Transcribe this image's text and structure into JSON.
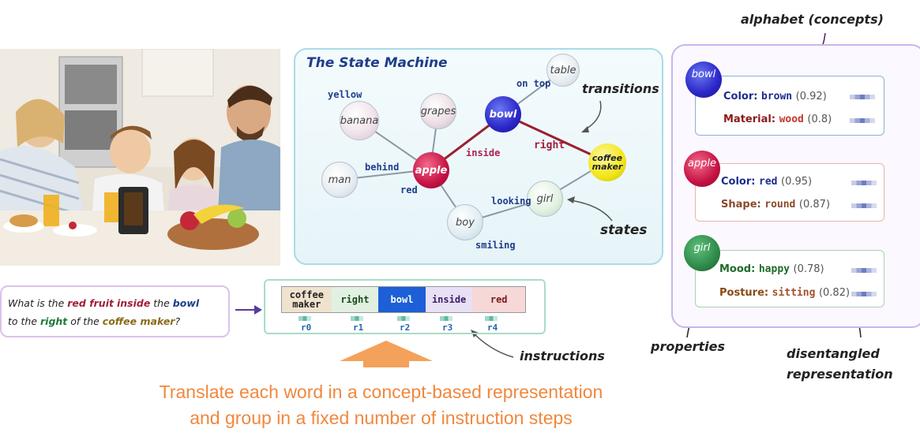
{
  "state_machine": {
    "title": "The State Machine",
    "nodes": {
      "table": "table",
      "bowl": "bowl",
      "grapes": "grapes",
      "banana": "banana",
      "apple": "apple",
      "coffee_maker": "coffee\nmaker",
      "man": "man",
      "girl": "girl",
      "boy": "boy"
    },
    "edge_labels": {
      "yellow": "yellow",
      "on_top": "on top",
      "inside": "inside",
      "right": "right",
      "behind": "behind",
      "red": "red",
      "looking": "looking",
      "smiling": "smiling"
    }
  },
  "annotations": {
    "transitions": "transitions",
    "states": "states",
    "alphabet": "alphabet (concepts)",
    "properties": "properties",
    "disentangled": "disentangled\nrepresentation",
    "instructions": "instructions"
  },
  "cards": [
    {
      "badge": "bowl",
      "color": "#2f2fbf",
      "border": "#8faedb",
      "rows": [
        {
          "key": "Color:",
          "val": "brown",
          "score": "(0.92)",
          "kc": "#1d2b8f",
          "vc": "#1d2b8f"
        },
        {
          "key": "Material:",
          "val": "wood",
          "score": "(0.8)",
          "kc": "#8a1a1a",
          "vc": "#c0392b"
        }
      ]
    },
    {
      "badge": "apple",
      "color": "#b8174a",
      "border": "#e7b4ab",
      "rows": [
        {
          "key": "Color:",
          "val": "red",
          "score": "(0.95)",
          "kc": "#1d2b8f",
          "vc": "#1d2b8f"
        },
        {
          "key": "Shape:",
          "val": "round",
          "score": "(0.87)",
          "kc": "#8a4a2a",
          "vc": "#8a4a2a"
        }
      ]
    },
    {
      "badge": "girl",
      "color": "#2e8a4a",
      "border": "#a8d3b4",
      "rows": [
        {
          "key": "Mood:",
          "val": "happy",
          "score": "(0.78)",
          "kc": "#1f6b2a",
          "vc": "#1f6b2a"
        },
        {
          "key": "Posture:",
          "val": "sitting",
          "score": "(0.82)",
          "kc": "#8a4a12",
          "vc": "#a0522d"
        }
      ]
    }
  ],
  "question": {
    "parts": [
      {
        "t": "What is the ",
        "c": "#222"
      },
      {
        "t": "red fruit",
        "c": "#a0203a"
      },
      {
        "t": " ",
        "c": "#222"
      },
      {
        "t": "inside",
        "c": "#a0203a"
      },
      {
        "t": " the ",
        "c": "#222"
      },
      {
        "t": "bowl",
        "c": "#1f3d8a"
      },
      {
        "t": "to the ",
        "c": "#222"
      },
      {
        "t": "right",
        "c": "#1f7a3a"
      },
      {
        "t": " of the ",
        "c": "#222"
      },
      {
        "t": "coffee maker",
        "c": "#8a6a1a"
      },
      {
        "t": "?",
        "c": "#222"
      }
    ]
  },
  "instructions": {
    "cells": [
      {
        "label": "coffee\nmaker",
        "bg": "#efe3cf",
        "fg": "#222"
      },
      {
        "label": "right",
        "bg": "#e1f0e1",
        "fg": "#1a4a1a"
      },
      {
        "label": "bowl",
        "bg": "#1d5fd6",
        "fg": "#ffffff"
      },
      {
        "label": "inside",
        "bg": "#e8e0f4",
        "fg": "#3a1f6a"
      },
      {
        "label": "red",
        "bg": "#f6d8d8",
        "fg": "#7a1a1a"
      }
    ],
    "r_labels": [
      "r0",
      "r1",
      "r2",
      "r3",
      "r4"
    ]
  },
  "caption": {
    "line1": "Translate each word in a concept-based representation",
    "line2": "and group in a fixed number of instruction steps"
  }
}
